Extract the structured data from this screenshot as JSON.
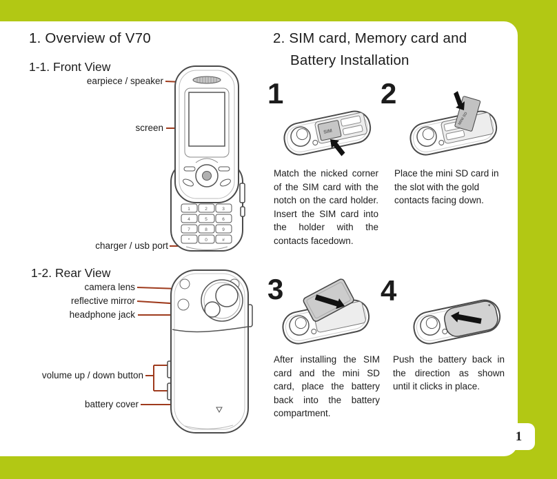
{
  "page": {
    "page_number": "1"
  },
  "colors": {
    "background_green": "#b2c814",
    "panel_white": "#ffffff",
    "leader_line_red": "#9e3a1c",
    "text_black": "#1c1c1c"
  },
  "left_column": {
    "title": "1. Overview of V70",
    "front_view": {
      "heading": "1-1. Front View",
      "labels": {
        "earpiece": "earpiece / speaker",
        "screen": "screen",
        "charger": "charger / usb port"
      }
    },
    "rear_view": {
      "heading": "1-2. Rear View",
      "labels": {
        "camera": "camera lens",
        "mirror": "reflective mirror",
        "headphone": "headphone jack",
        "volume": "volume up / down button",
        "battery": "battery cover"
      }
    }
  },
  "right_column": {
    "title_line1": "2. SIM card, Memory card and",
    "title_line2": "Battery Installation",
    "steps": [
      {
        "number": "1",
        "text": "Match the nicked corner of the SIM card with the notch on the card holder. Insert the SIM card into the holder with the contacts facedown.",
        "card_label": "SIM"
      },
      {
        "number": "2",
        "text": "Place the mini SD card in the slot with the gold contacts facing down.",
        "card_label": "MINI SD"
      },
      {
        "number": "3",
        "text": "After installing the SIM card and the mini SD card, place the battery back into the battery compartment."
      },
      {
        "number": "4",
        "text": "Push the battery back in the direction as shown until it clicks in place."
      }
    ]
  },
  "illustrations": {
    "keypad_keys": [
      "1",
      "2",
      "3",
      "4",
      "5",
      "6",
      "7",
      "8",
      "9",
      "*",
      "0",
      "#"
    ]
  }
}
